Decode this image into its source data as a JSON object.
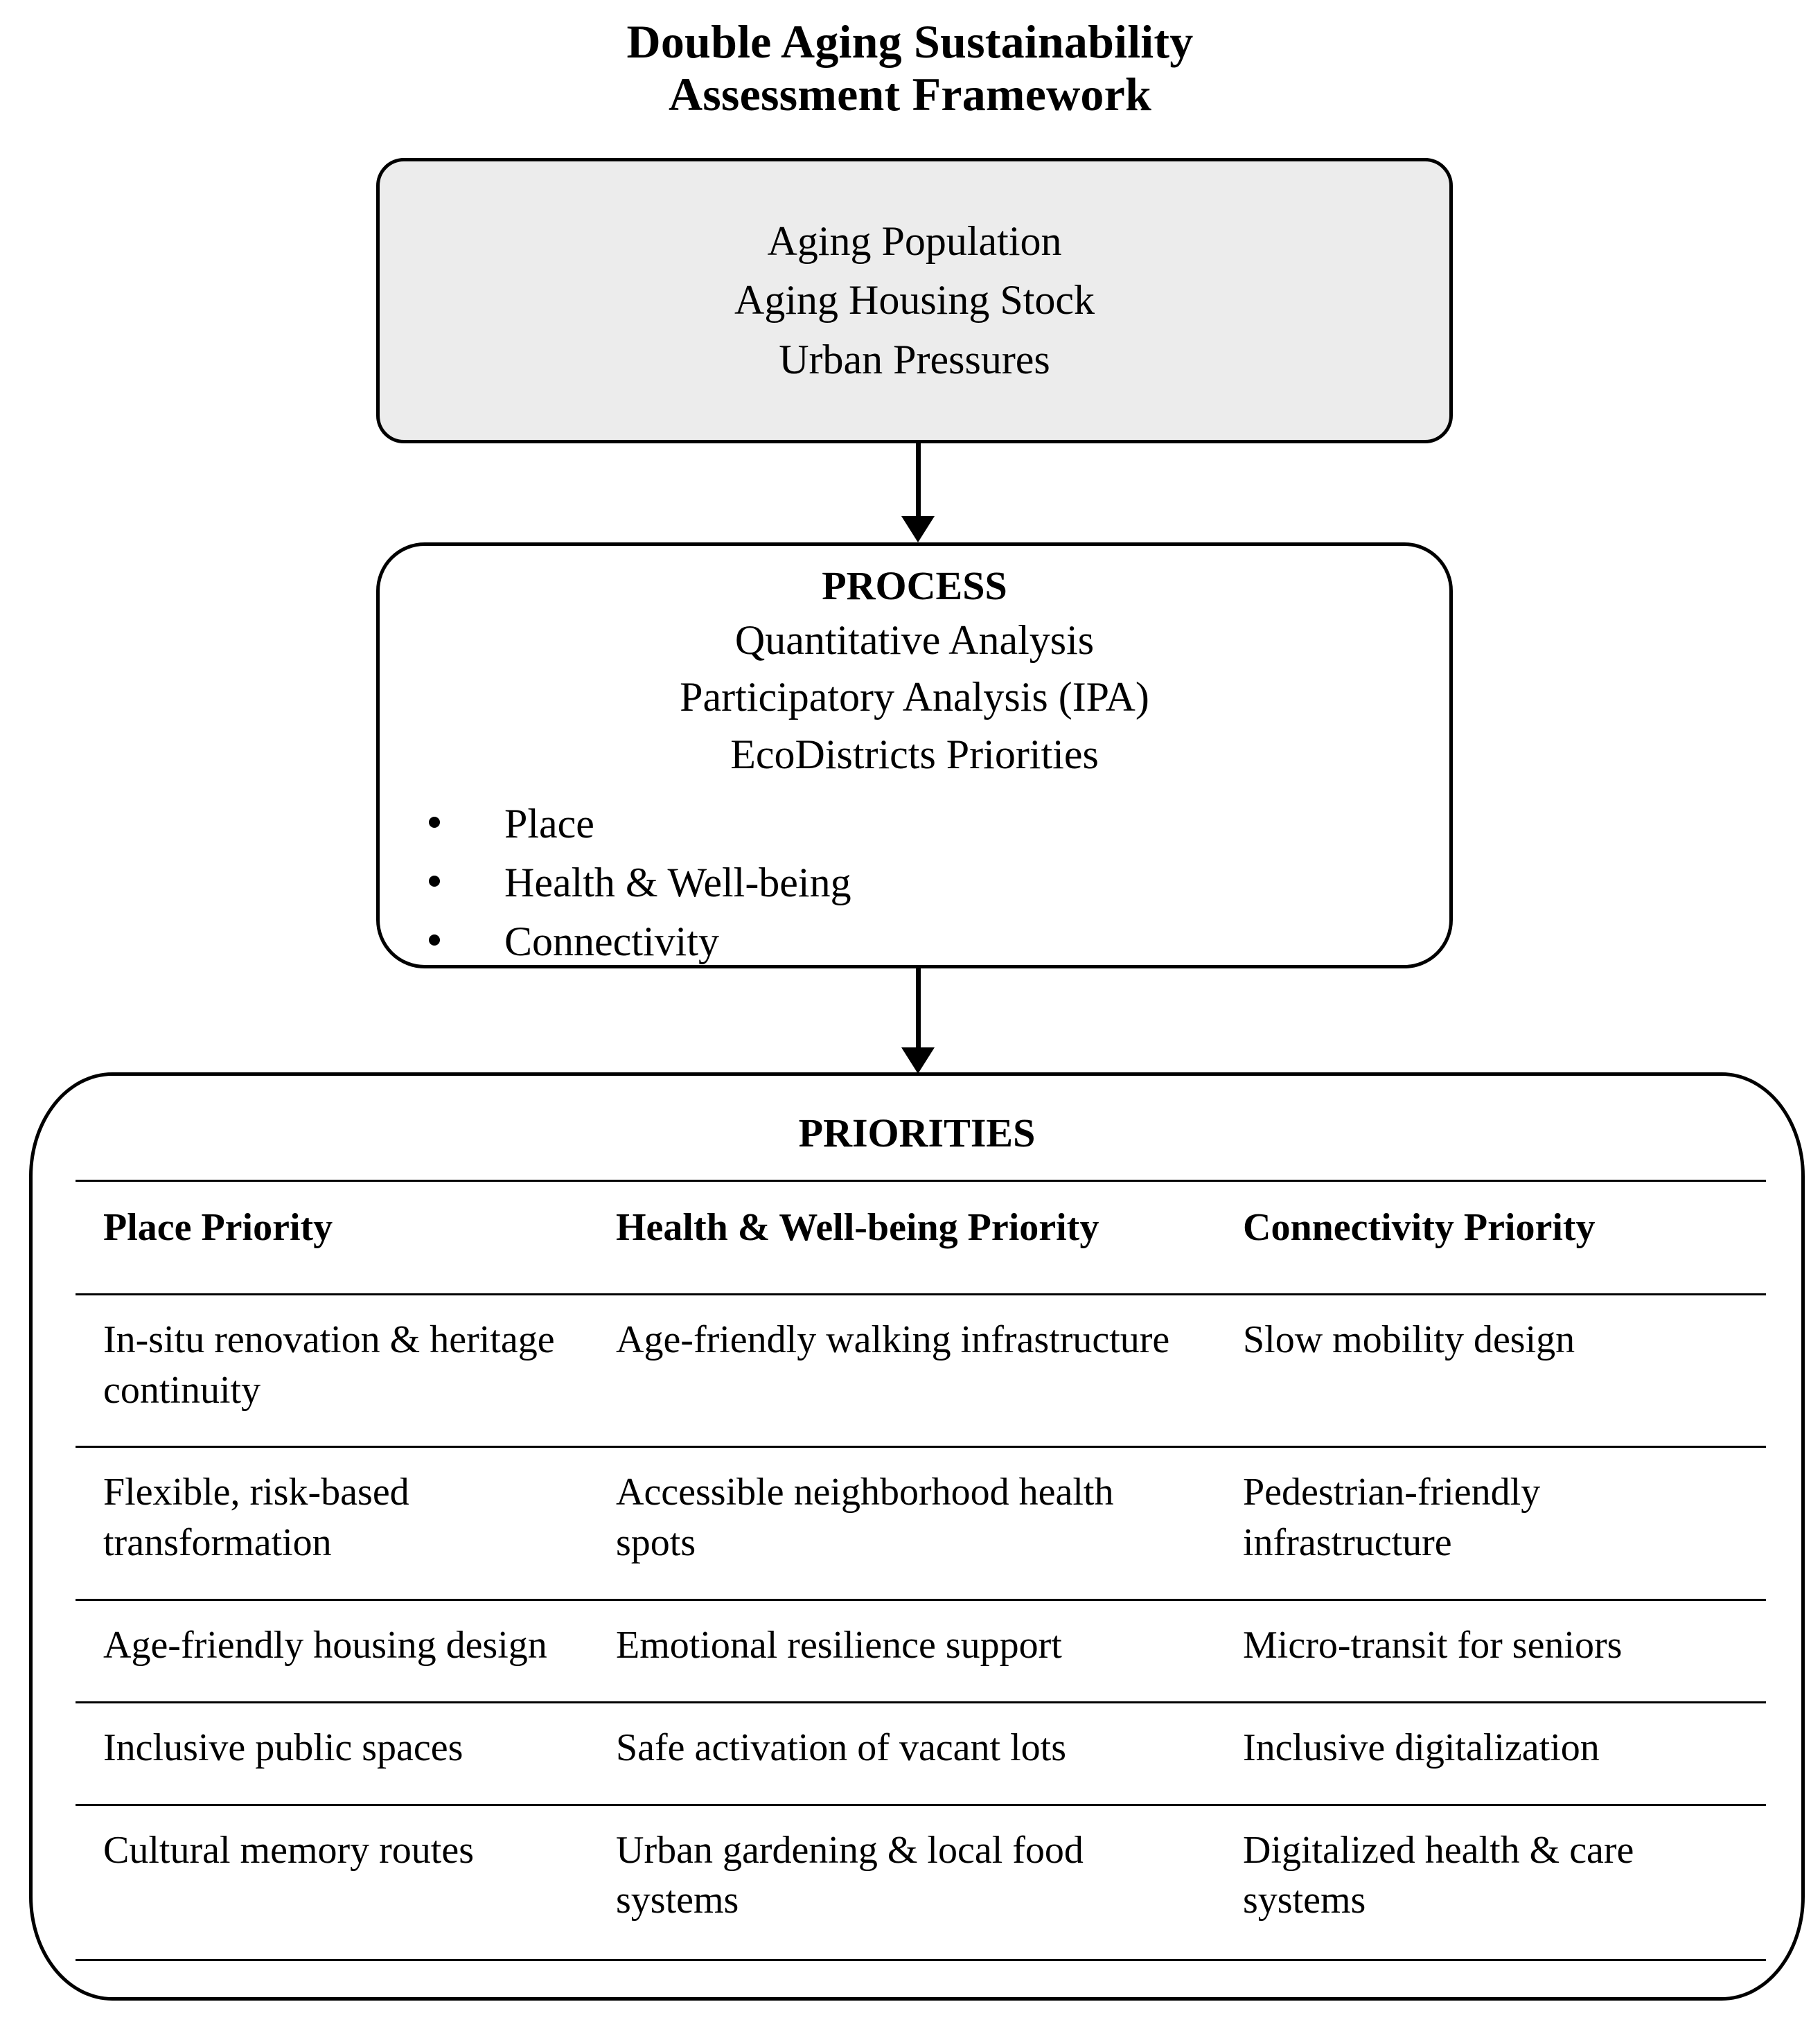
{
  "title": {
    "line1": "Double Aging Sustainability",
    "line2": "Assessment Framework"
  },
  "drivers_box": {
    "lines": [
      "Aging Population",
      "Aging Housing Stock",
      "Urban Pressures"
    ],
    "fill_color": "#ececec",
    "border_color": "#000000"
  },
  "process_box": {
    "heading": "PROCESS",
    "lines": [
      "Quantitative Analysis",
      "Participatory Analysis (IPA)",
      "EcoDistricts Priorities"
    ],
    "bullets": [
      "Place",
      "Health & Well-being",
      "Connectivity"
    ],
    "fill_color": "#ffffff",
    "border_color": "#000000"
  },
  "priorities_box": {
    "heading": "PRIORITIES",
    "columns": [
      "Place Priority",
      "Health & Well-being Priority",
      "Connectivity Priority"
    ],
    "rows": [
      [
        "In-situ renovation & heritage continuity",
        "Age-friendly walking infrastructure",
        "Slow mobility design"
      ],
      [
        "Flexible, risk-based transformation",
        "Accessible neighborhood health spots",
        "Pedestrian-friendly infrastructure"
      ],
      [
        "Age-friendly housing design",
        "Emotional resilience support",
        "Micro-transit for seniors"
      ],
      [
        "Inclusive public spaces",
        "Safe activation of vacant lots",
        "Inclusive digitalization"
      ],
      [
        "Cultural memory routes",
        "Urban gardening & local food systems",
        "Digitalized health & care systems"
      ]
    ],
    "fill_color": "#ffffff",
    "border_color": "#000000"
  },
  "connectors": [
    {
      "name": "drivers-to-process",
      "shape": "down-arrow"
    },
    {
      "name": "process-to-priorities",
      "shape": "down-arrow"
    }
  ]
}
